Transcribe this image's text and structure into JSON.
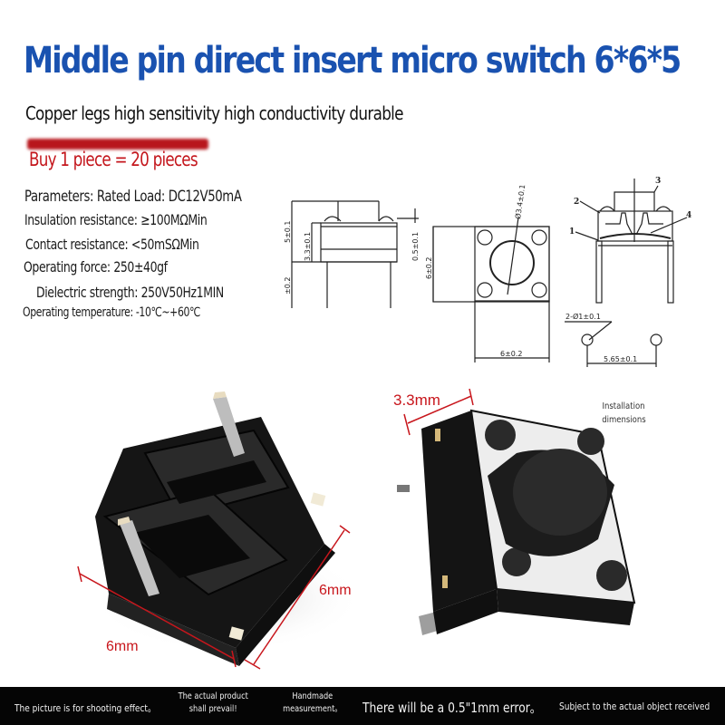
{
  "header": {
    "title": "Middle pin direct insert micro switch 6*6*5",
    "subtitle": "Copper legs high sensitivity high conductivity durable",
    "promo": "Buy 1 piece = 20 pieces"
  },
  "parameters": [
    "Parameters: Rated Load: DC12V50mA",
    "Insulation resistance: ≥100MΩMin",
    "Contact resistance: <50mSΩMin",
    "Operating force: 250±40gf",
    "Dielectric strength: 250V50Hz1MIN",
    "Operating temperature: -10℃~+60℃"
  ],
  "drawing": {
    "side_view": {
      "dim_total_height": "5±0.1",
      "dim_body_height": "3.3±0.1",
      "dim_pin": "±0.2",
      "dim_top": "0.5±0.1"
    },
    "top_view": {
      "dim_height": "6±0.2",
      "dim_width": "6±0.2",
      "dim_button_dia": "Ø3.4±0.1"
    },
    "section_view": {
      "labels": [
        "1",
        "2",
        "3",
        "4"
      ],
      "hole_spec": "2-Ø1±0.1",
      "pin_spacing": "5.65±0.1"
    }
  },
  "photos": {
    "bottom_photo": {
      "dim_a": "6mm",
      "dim_b": "6mm"
    },
    "top_photo": {
      "dim_height": "3.3mm"
    },
    "install_label": "Installation dimensions"
  },
  "colors": {
    "title": "#1a52b0",
    "promo": "#c4161c",
    "dimension": "#c8161c",
    "footer_bg": "#050505"
  },
  "footer": {
    "items": [
      "The picture is for shooting effect。",
      "The actual product shall prevail!",
      "Handmade measurement。",
      "There will be a 0.5\"1mm error。",
      "Subject to the actual object received"
    ]
  }
}
